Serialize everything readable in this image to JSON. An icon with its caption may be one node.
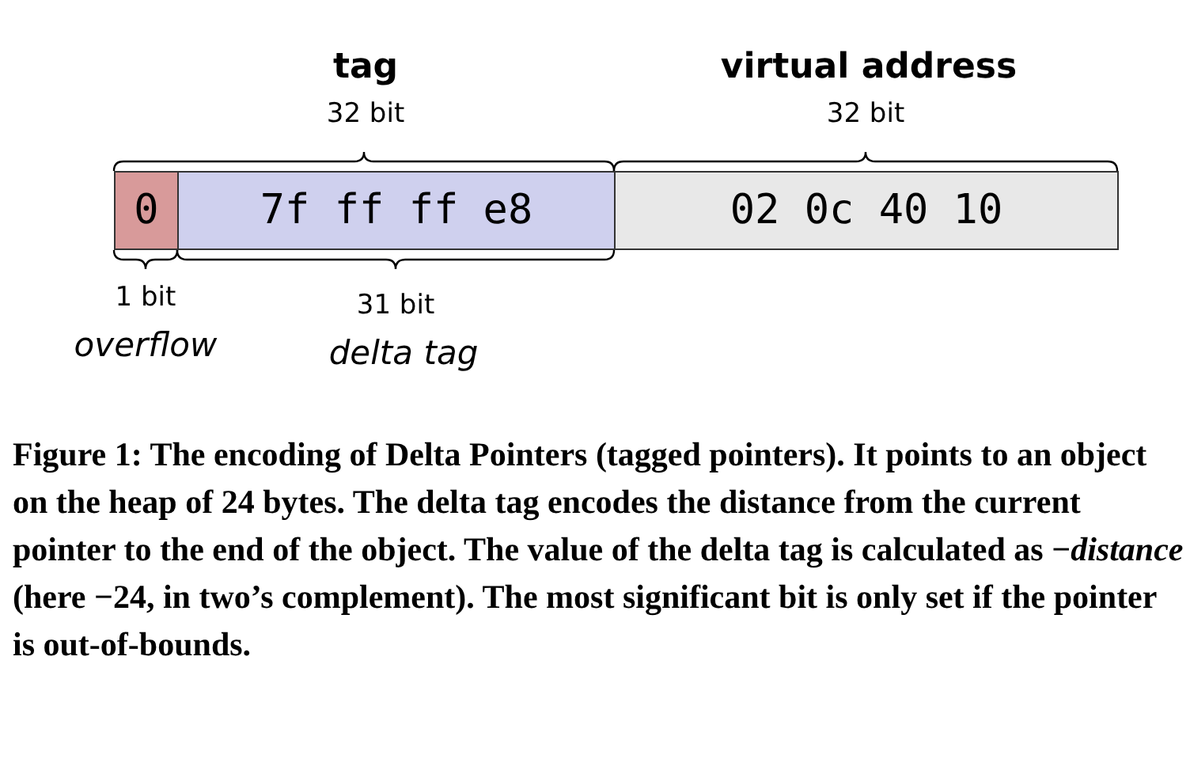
{
  "diagram": {
    "caption": "Figure 1: The encoding of Delta Pointers (tagged pointers). It points to an object on the heap of 24 bytes. The delta tag encodes the distance from the current pointer to the end of the object. The value of the delta tag is calculated as −*distance* (here −24, in two’s complement). The most significant bit is only set if the pointer is out-of-bounds.",
    "nodes": [
      {
        "text": [
          "0"
        ]
      },
      {
        "text": [
          "7f ff ff e8"
        ]
      },
      {
        "text": [
          "02 0c 40 10"
        ]
      }
    ],
    "labels": [
      "tag",
      "32 bit",
      "virtual address",
      "32 bit",
      "1 bit",
      "overflow",
      "31 bit",
      "delta tag"
    ]
  }
}
